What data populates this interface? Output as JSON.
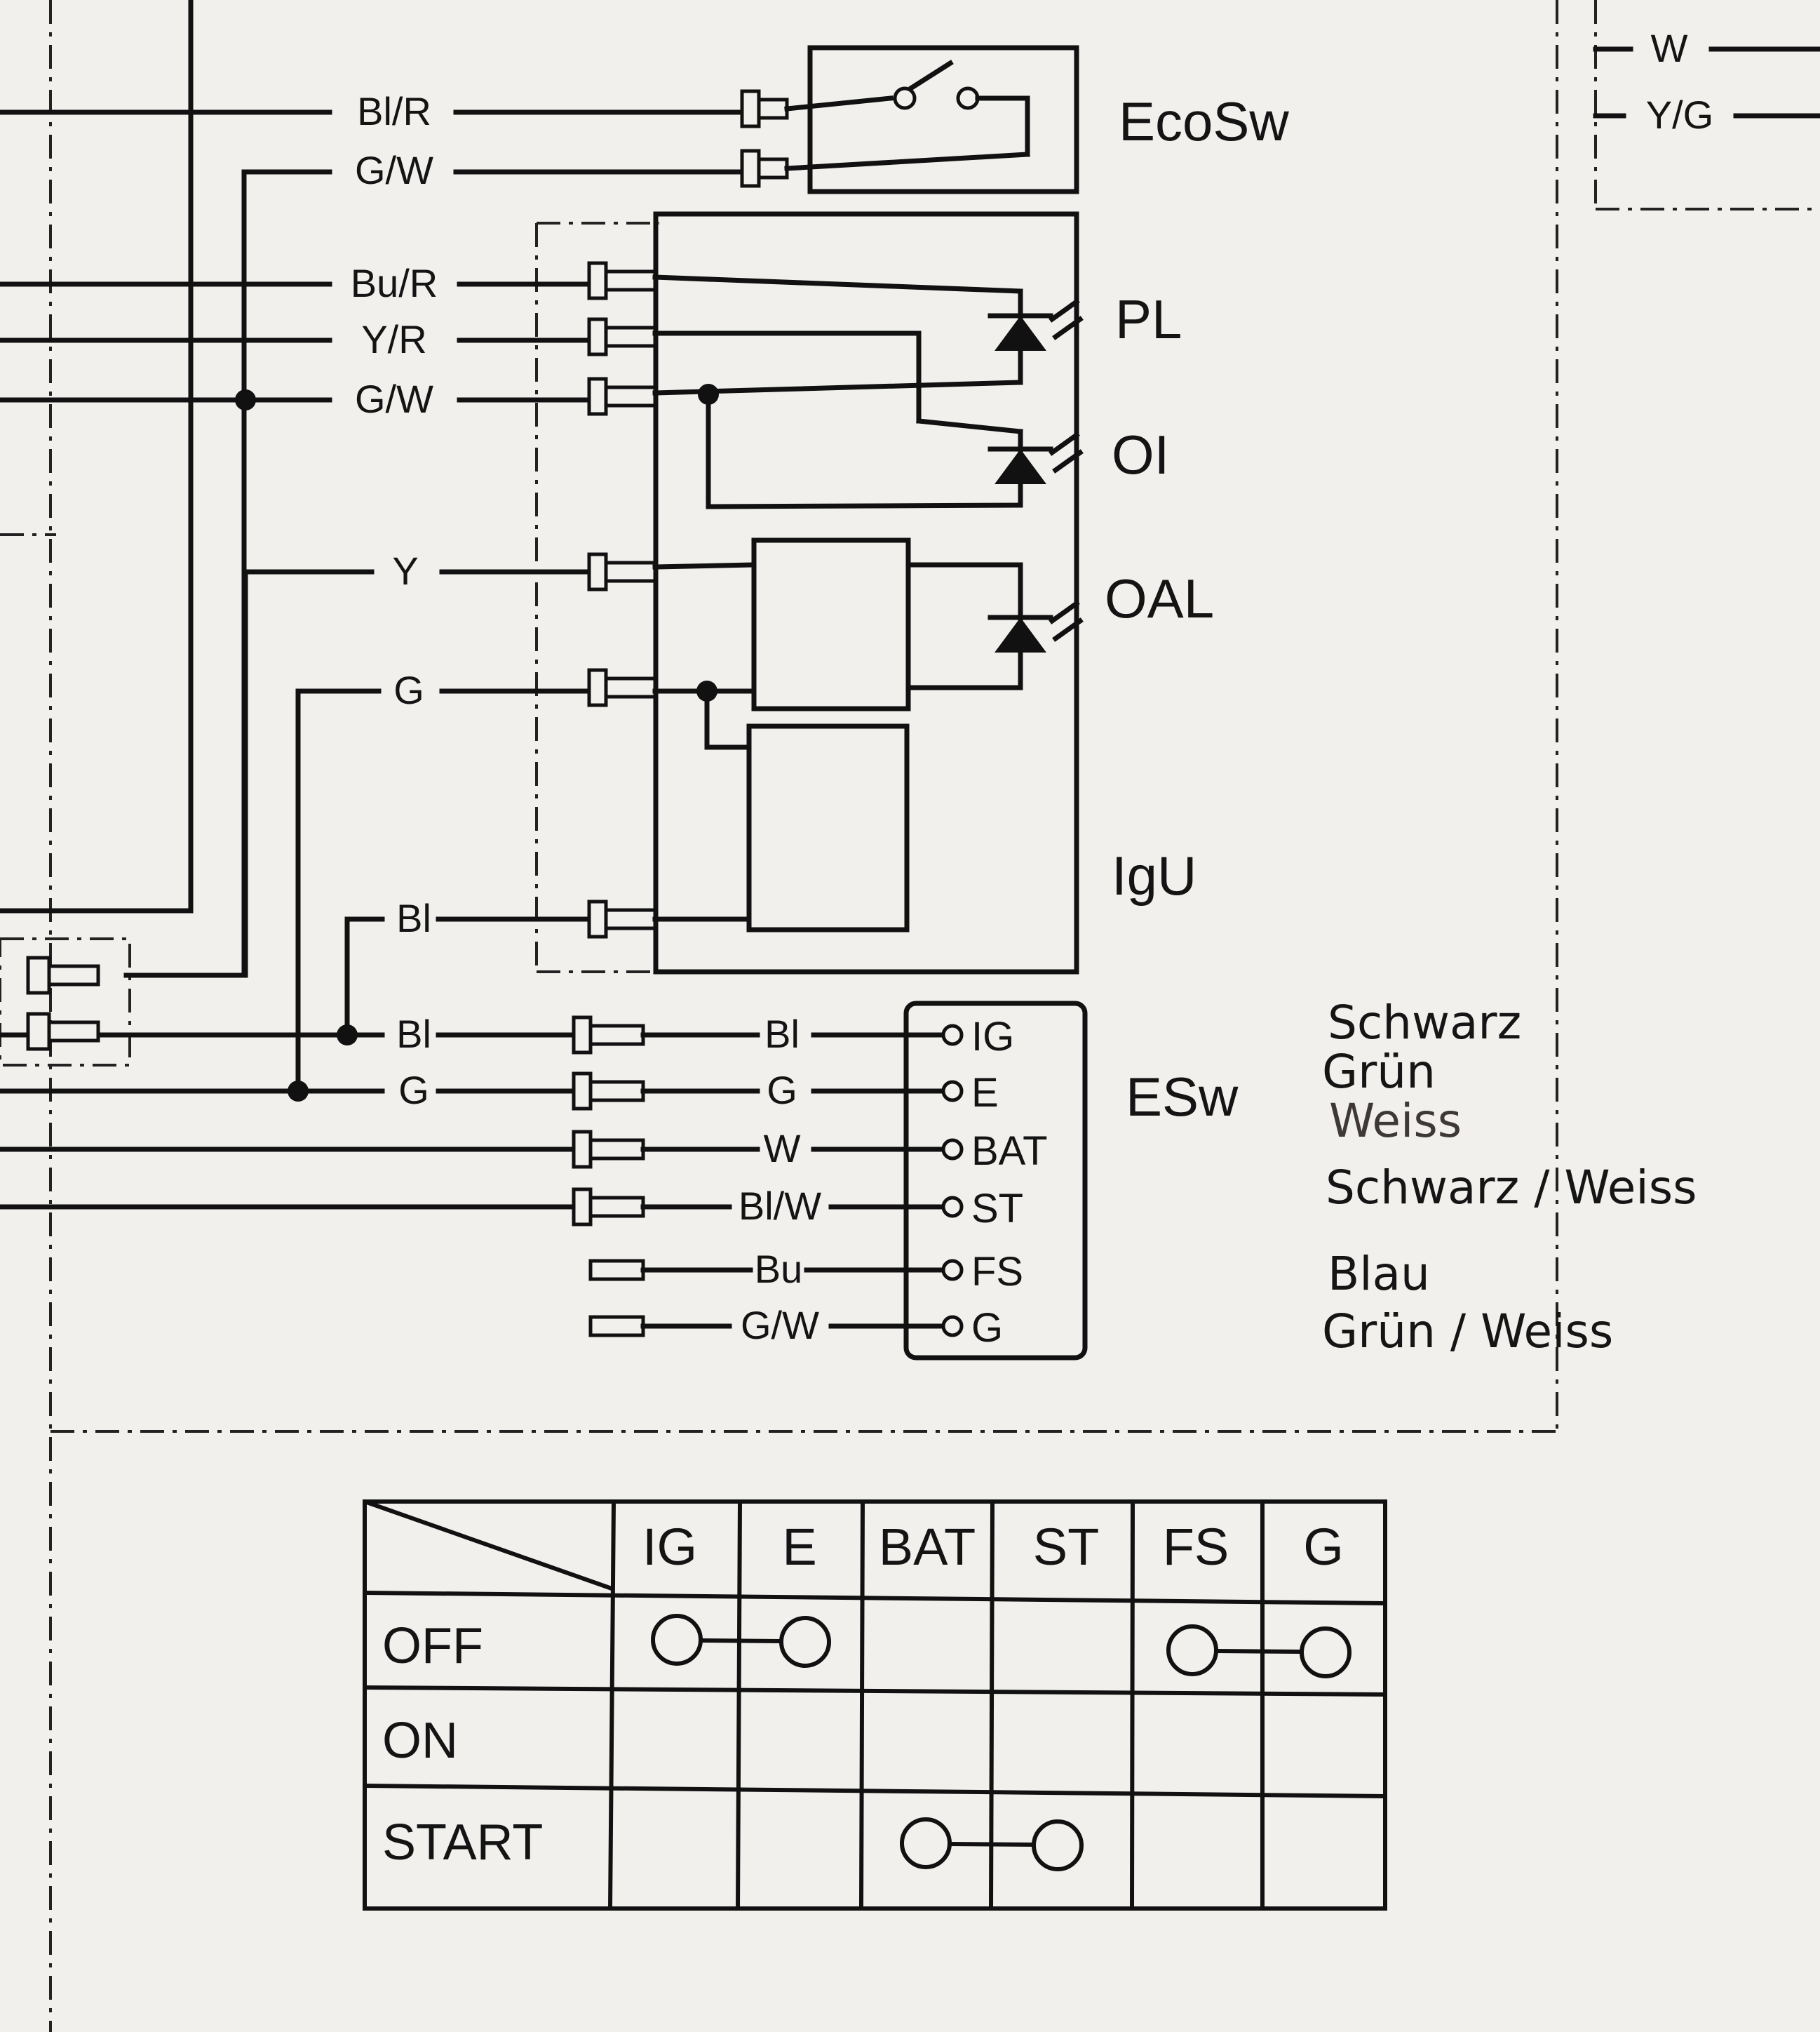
{
  "wires": {
    "w_blr": "Bl/R",
    "w_gw1": "G/W",
    "w_bur": "Bu/R",
    "w_yr": "Y/R",
    "w_gw2": "G/W",
    "w_y": "Y",
    "w_g1": "G",
    "w_bl1": "Bl",
    "w_bl2": "Bl",
    "w_g2": "G",
    "esw_bl": "Bl",
    "esw_g": "G",
    "esw_w": "W",
    "esw_blw": "Bl/W",
    "esw_bu": "Bu",
    "esw_gw": "G/W",
    "tr_w": "W",
    "tr_yg": "Y/G"
  },
  "components": {
    "ecosw": "EcoSw",
    "pl": "PL",
    "oi": "OI",
    "oal": "OAL",
    "igu": "IgU",
    "esw": "ESw"
  },
  "esw_terminals": [
    "IG",
    "E",
    "BAT",
    "ST",
    "FS",
    "G"
  ],
  "table": {
    "columns": [
      "IG",
      "E",
      "BAT",
      "ST",
      "FS",
      "G"
    ],
    "rows": [
      "OFF",
      "ON",
      "START"
    ],
    "connections": [
      {
        "row": "OFF",
        "from": "IG",
        "to": "E"
      },
      {
        "row": "OFF",
        "from": "FS",
        "to": "G"
      },
      {
        "row": "START",
        "from": "BAT",
        "to": "ST"
      }
    ]
  },
  "annotations": {
    "schwarz": "Schwarz",
    "gruen": "Grün",
    "weiss": "Weiss",
    "schwarz_weiss": "Schwarz / Weiss",
    "blau": "Blau",
    "gruen_weiss": "Grün / Weiss"
  },
  "colors": {
    "paper": "#f1f0ed",
    "ink": "#111111",
    "annotation_weiss": "#3e3936"
  }
}
